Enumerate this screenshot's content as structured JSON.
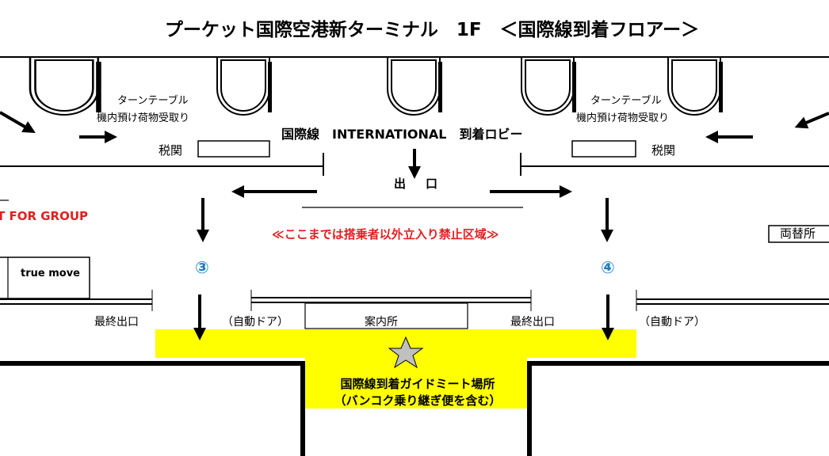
{
  "title": "プーケット国際空港新ターミナル　1F　＜国際線到着フロアー＞",
  "turntable_left": {
    "label": "ターンテーブル",
    "sublabel": "機内預け荷物受取り"
  },
  "turntable_right": {
    "label": "ターンテーブル",
    "sublabel": "機内預け荷物受取り"
  },
  "customs_left": "税関",
  "customs_right": "税関",
  "lobby_label": "国際線　INTERNATIONAL　到着ロビー",
  "exit_label_1": "出",
  "exit_label_2": "口",
  "group_label": "T FOR GROUP",
  "restricted_notice": "≪ここまでは搭乗者以外立入り禁止区域≫",
  "exchange": "両替所",
  "shop": "true move",
  "gate_3": "③",
  "gate_4": "④",
  "final_exit_left": "最終出口",
  "auto_door_left": "（自動ドア）",
  "information": "案内所",
  "final_exit_right": "最終出口",
  "auto_door_right": "（自動ドア）",
  "meeting_point": {
    "line1": "国際線到着ガイドミート場所",
    "line2": "（バンコク乗り継ぎ便を含む）"
  },
  "colors": {
    "meeting_area": "#ffff00",
    "notice": "#e02020",
    "gate_number": "#1e7fc0",
    "star": "#c0c0c0"
  }
}
